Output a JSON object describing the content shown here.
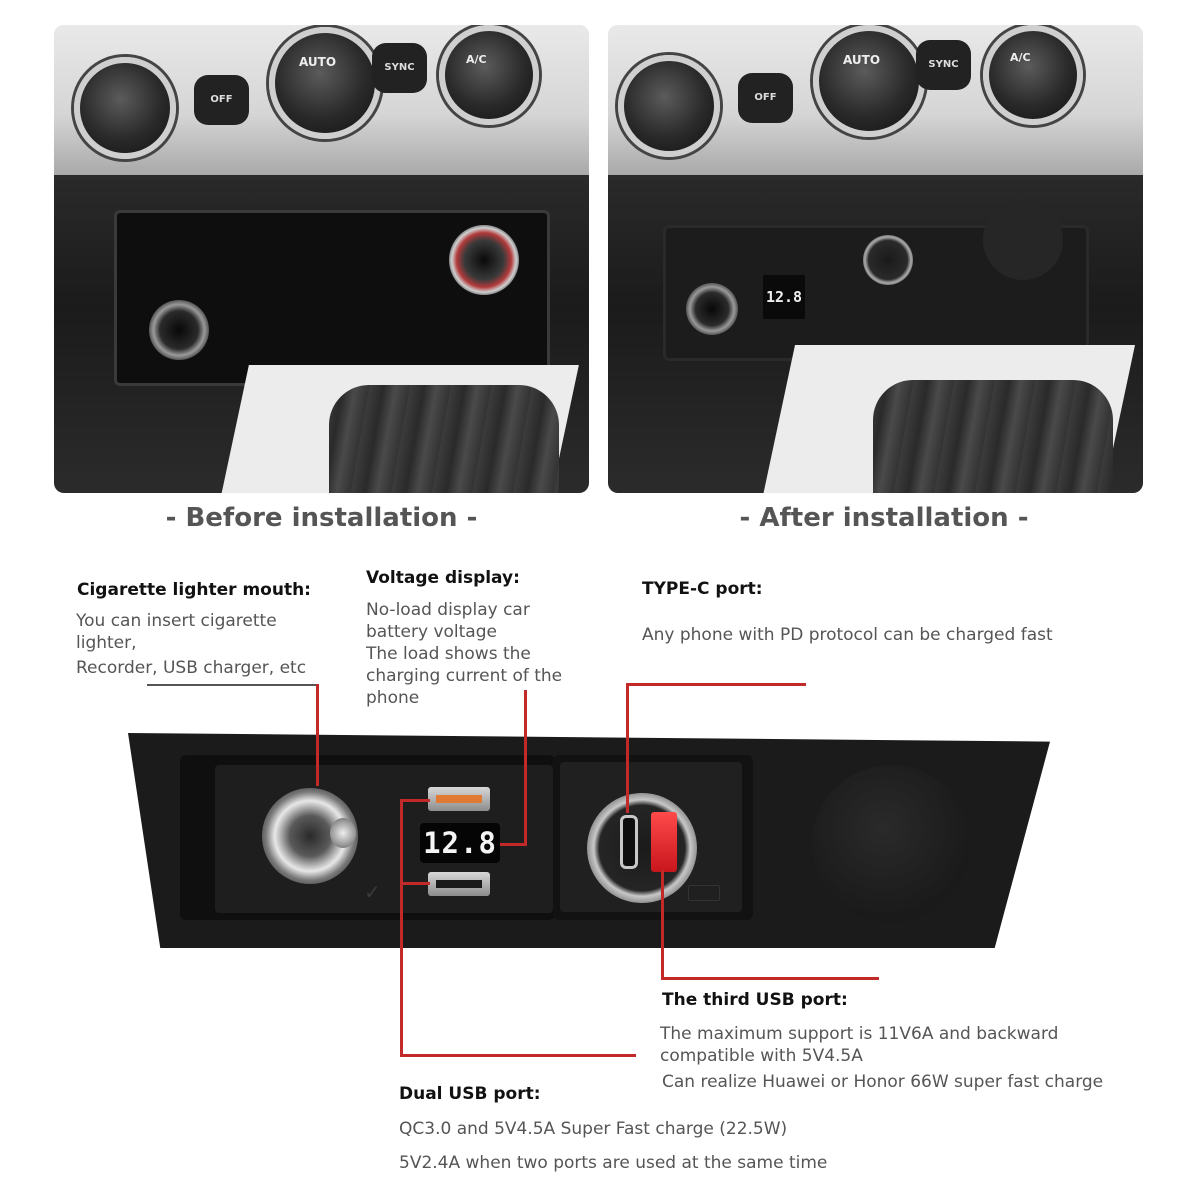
{
  "captions": {
    "before": "- Before installation -",
    "after": "- After installation -"
  },
  "dashboard": {
    "off": "OFF",
    "auto": "AUTO",
    "sync": "SYNC",
    "ac": "A/C"
  },
  "callouts": {
    "lighter": {
      "title": "Cigarette lighter mouth:",
      "lines": [
        "You can insert cigarette",
        "lighter,",
        "Recorder, USB charger, etc"
      ]
    },
    "voltage": {
      "title": "Voltage display:",
      "lines": [
        "No-load display car",
        "battery voltage",
        "The load shows the",
        "charging current of the",
        "phone"
      ]
    },
    "typec": {
      "title": "TYPE-C port:",
      "lines": [
        "Any phone with PD protocol can be charged fast"
      ]
    },
    "third_usb": {
      "title": "The third USB port:",
      "lines": [
        "The maximum support is 11V6A and backward",
        "compatible with 5V4.5A",
        "Can realize Huawei or Honor 66W super fast charge"
      ]
    },
    "dual_usb": {
      "title": "Dual USB port:",
      "lines": [
        "QC3.0 and 5V4.5A Super Fast charge (22.5W)",
        "5V2.4A when two ports are used at the same time"
      ]
    }
  },
  "display_readout": "12.8",
  "colors": {
    "callout_line": "#c22a2a",
    "usb_orange": "#e07a34",
    "usb_red": "#e52a2a"
  }
}
